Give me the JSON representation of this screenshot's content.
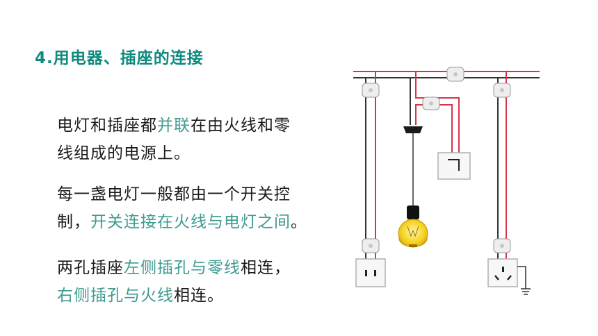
{
  "title": "4.用电器、插座的连接",
  "paragraphs": [
    {
      "lines": [
        [
          {
            "text": "电灯和插座都",
            "highlight": false
          },
          {
            "text": "并联",
            "highlight": true
          },
          {
            "text": "在由火线和零",
            "highlight": false
          }
        ],
        [
          {
            "text": "线组成的电源上。",
            "highlight": false
          }
        ]
      ]
    },
    {
      "lines": [
        [
          {
            "text": "每一盏电灯一般都由一个开关控",
            "highlight": false
          }
        ],
        [
          {
            "text": "制，",
            "highlight": false
          },
          {
            "text": "开关连接在火线与电灯之间",
            "highlight": true
          },
          {
            "text": "。",
            "highlight": false
          }
        ]
      ]
    },
    {
      "lines": [
        [
          {
            "text": "两孔插座",
            "highlight": false
          },
          {
            "text": "左侧插孔与零线",
            "highlight": true
          },
          {
            "text": "相连，",
            "highlight": false
          }
        ],
        [
          {
            "text": "右侧插孔与火线",
            "highlight": true
          },
          {
            "text": "相连。",
            "highlight": false
          }
        ]
      ]
    }
  ],
  "colors": {
    "title": "#0e8a7e",
    "highlight": "#3e9a90",
    "live_wire": "#d9334a",
    "neutral_wire": "#333333",
    "bulb": "#f5d322"
  }
}
